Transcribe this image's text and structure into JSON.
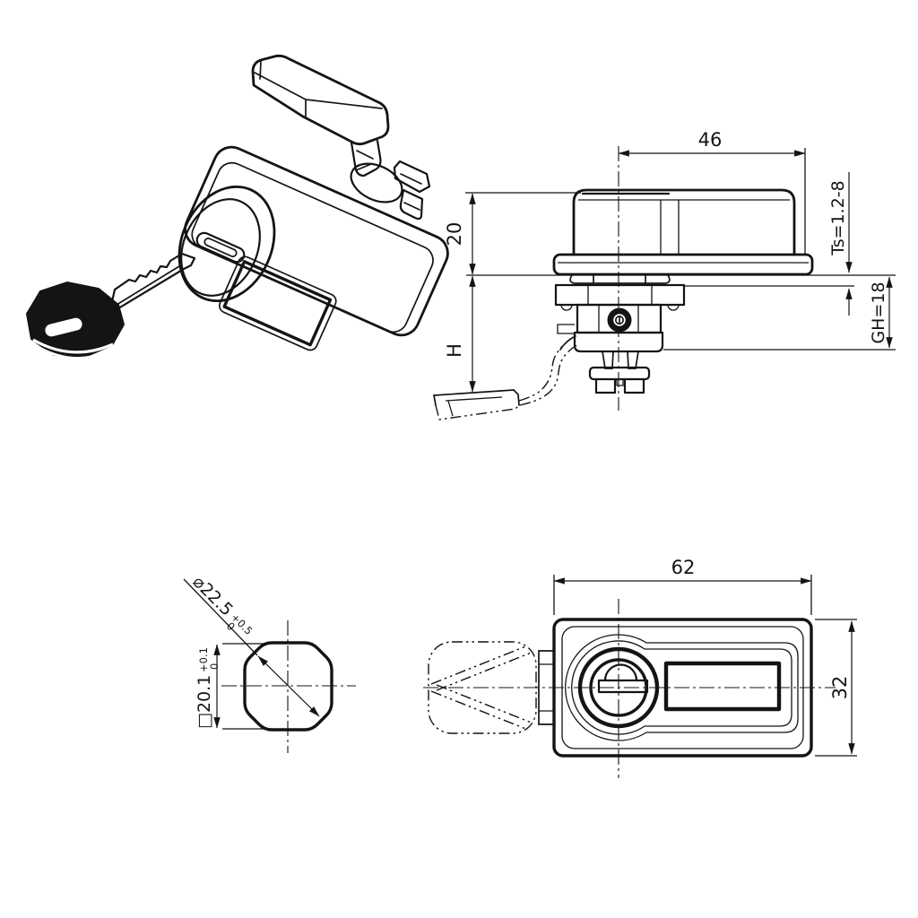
{
  "doc": {
    "type": "technical-drawing-latch",
    "background": "#ffffff",
    "line_color": "#141414",
    "views": {
      "side": {
        "dims": {
          "width": "46",
          "cap_height": "20",
          "grip": "H",
          "panel_thickness": "Ts=1.2-8",
          "grip_height": "GH=18"
        }
      },
      "cutout": {
        "dims": {
          "diameter": "⌀22.5",
          "diameter_tol_upper": "+0.5",
          "diameter_tol_lower": "0",
          "square": "□20.1",
          "square_tol_upper": "+0.1",
          "square_tol_lower": "0"
        }
      },
      "front": {
        "dims": {
          "width": "62",
          "height": "32"
        }
      }
    }
  }
}
